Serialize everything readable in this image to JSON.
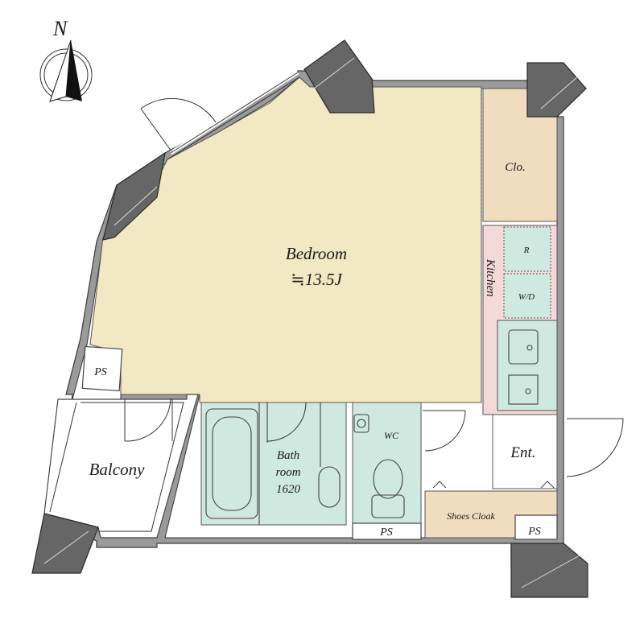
{
  "compass": {
    "letter": "N"
  },
  "rooms": {
    "bedroom": {
      "name": "Bedroom",
      "size": "≒13.5J"
    },
    "closet": {
      "name": "Clo."
    },
    "kitchen": {
      "name": "Kitchen",
      "refrigerator": "R",
      "washer_dryer": "W/D"
    },
    "bath": {
      "line1": "Bath",
      "line2": "room",
      "line3": "1620"
    },
    "wc": {
      "name": "WC"
    },
    "entrance": {
      "name": "Ent."
    },
    "balcony": {
      "name": "Balcony"
    },
    "shoes_cloak": {
      "name": "Shoes Cloak"
    },
    "ps_left": {
      "name": "PS"
    },
    "ps_wc": {
      "name": "PS"
    },
    "ps_right": {
      "name": "PS"
    }
  },
  "colors": {
    "bedroom": "#f3e8c4",
    "closet": "#f2dcc0",
    "kitchen": "#f5d8d8",
    "wet_area": "#cfe8e0",
    "shoes_cloak": "#f2dcc0",
    "wall": "#9a9a9a",
    "pillar": "#666666"
  }
}
